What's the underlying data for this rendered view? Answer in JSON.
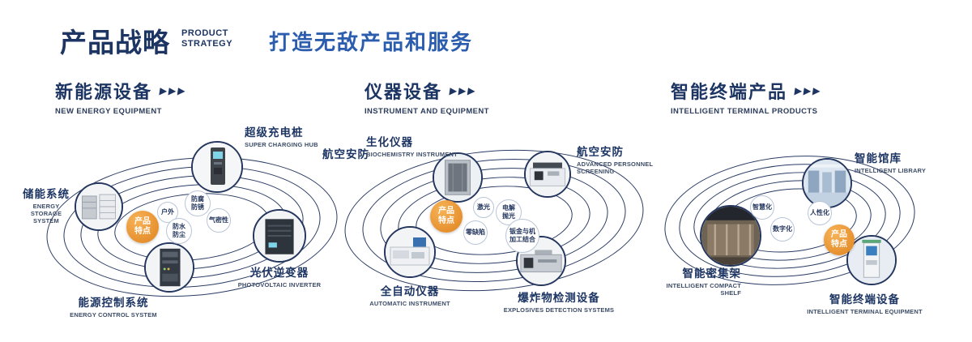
{
  "header": {
    "title": "产品战略",
    "subtitle_lines": [
      "PRODUCT",
      "STRATEGY"
    ],
    "tagline": "打造无敌产品和服务"
  },
  "sections": [
    {
      "title": "新能源设备",
      "arrows": "▶▶▶",
      "subtitle": "NEW ENERGY EQUIPMENT",
      "center_badge": "产品特点",
      "features": [
        "户外",
        "防腐防锈",
        "气密性",
        "防水防尘"
      ],
      "products": [
        {
          "name": "储能系统",
          "en": "ENERGY STORAGE SYSTEM"
        },
        {
          "name": "超级充电桩",
          "en": "SUPER CHARGING HUB"
        },
        {
          "name": "光伏逆变器",
          "en": "PHOTOVOLTAIC INVERTER"
        },
        {
          "name": "能源控制系统",
          "en": "ENERGY CONTROL SYSTEM"
        }
      ]
    },
    {
      "title": "仪器设备",
      "arrows": "▶▶▶",
      "subtitle": "INSTRUMENT AND EQUIPMENT",
      "side_label": "航空安防",
      "center_badge": "产品特点",
      "features": [
        "激光",
        "电解抛光",
        "零缺陷",
        "钣金与机加工结合"
      ],
      "products": [
        {
          "name": "生化仪器",
          "en": "BIOCHEMISTRY INSTRUMENT"
        },
        {
          "name": "航空安防",
          "en": "ADVANCED PERSONNEL SCREENING"
        },
        {
          "name": "全自动仪器",
          "en": "AUTOMATIC INSTRUMENT"
        },
        {
          "name": "爆炸物检测设备",
          "en": "EXPLOSIVES DETECTION SYSTEMS"
        }
      ]
    },
    {
      "title": "智能终端产品",
      "arrows": "▶▶▶",
      "subtitle": "INTELLIGENT TERMINAL PRODUCTS",
      "center_badge": "产品特点",
      "features": [
        "智慧化",
        "人性化",
        "数字化"
      ],
      "products": [
        {
          "name": "智能馆库",
          "en": "INTELLIGENT LIBRARY"
        },
        {
          "name": "智能密集架",
          "en": "INTELLIGENT COMPACT SHELF"
        },
        {
          "name": "智能终端设备",
          "en": "INTELLIGENT TERMINAL EQUIPMENT"
        }
      ]
    }
  ]
}
